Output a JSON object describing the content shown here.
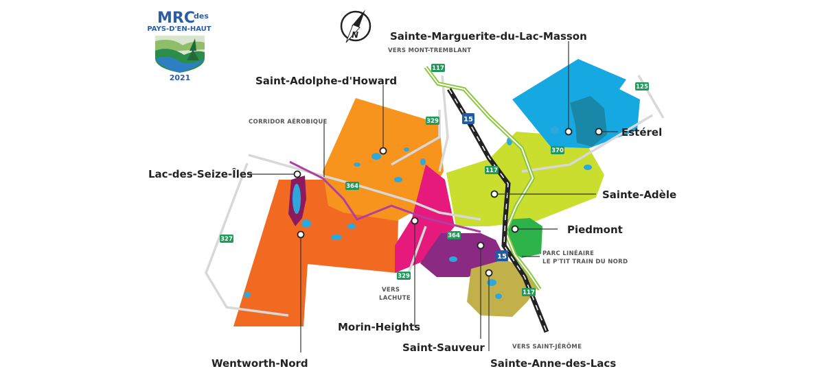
{
  "logo": {
    "title_main": "MRC",
    "title_des": "des",
    "subtitle": "PAYS-D'EN-HAUT",
    "year": "2021"
  },
  "compass": {
    "letter": "N"
  },
  "routes": {
    "r117_top": "117",
    "r125": "125",
    "r329_top": "329",
    "r15_top": "15",
    "r370": "370",
    "r117_mid": "117",
    "r364_left": "364",
    "r327": "327",
    "r364_mid": "364",
    "r15_bot": "15",
    "r329_bot": "329",
    "r117_bot": "117"
  },
  "notes": {
    "vers_tremblant": "VERS MONT-TREMBLANT",
    "corridor": "CORRIDOR AÉROBIQUE",
    "parc_line1": "PARC LINÉAIRE",
    "parc_line2": "LE P'TIT TRAIN DU NORD",
    "vers_lachute_1": "VERS",
    "vers_lachute_2": "LACHUTE",
    "vers_jerome": "VERS SAINT-JÉRÔME"
  },
  "municipalities": {
    "sainte_marguerite": "Sainte-Marguerite-du-Lac-Masson",
    "saint_adolphe": "Saint-Adolphe-d'Howard",
    "esterel": "Estérel",
    "lac_seize_iles": "Lac-des-Seize-Îles",
    "sainte_adele": "Sainte-Adèle",
    "piedmont": "Piedmont",
    "morin_heights": "Morin-Heights",
    "saint_sauveur": "Saint-Sauveur",
    "wentworth_nord": "Wentworth-Nord",
    "sainte_anne": "Sainte-Anne-des-Lacs"
  },
  "colors": {
    "wentworth": "#f26a22",
    "adolphe": "#f7941d",
    "morin": "#e6197d",
    "sauveur": "#8b2a82",
    "anne": "#c2b14a",
    "adele": "#c9de2f",
    "marguerite": "#16a8e0",
    "piedmont": "#2db34a",
    "water": "#2ea8dc",
    "route_shield": "#1f9a5b",
    "autoroute_shield": "#1f5ca8",
    "trail": "#8cc63f",
    "railway": "#222222"
  }
}
